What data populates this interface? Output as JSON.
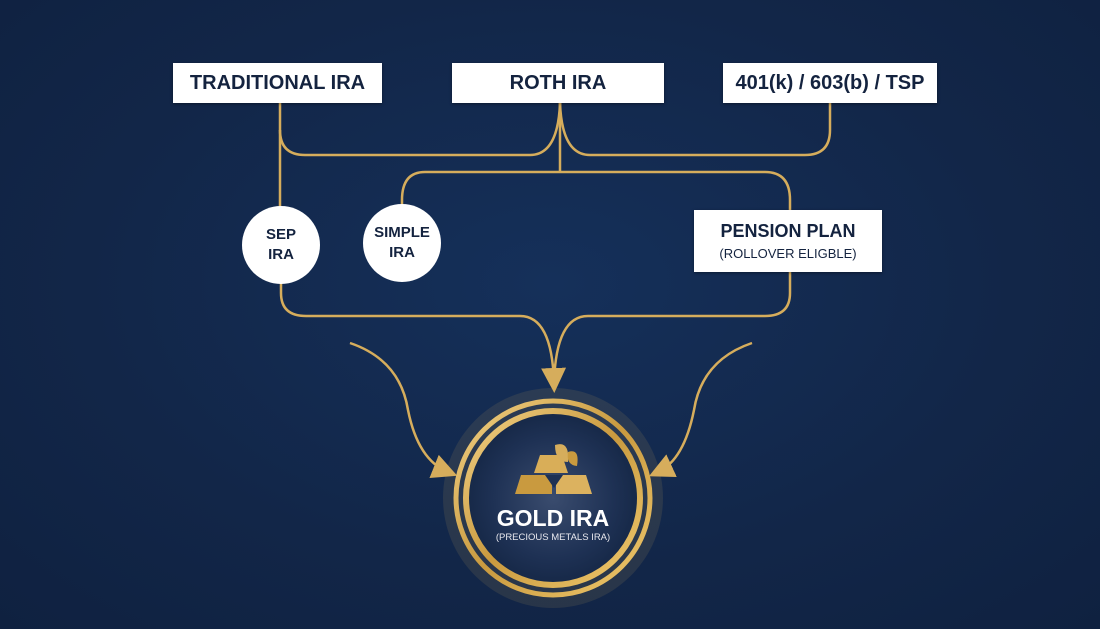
{
  "top_accounts": [
    "TRADITIONAL IRA",
    "ROTH IRA",
    "401(k) / 603(b) / TSP"
  ],
  "sep_ira": [
    "SEP",
    "IRA"
  ],
  "simple_ira": [
    "SIMPLE",
    "IRA"
  ],
  "pension_plan": {
    "title": "PENSION PLAN",
    "subtitle": "(ROLLOVER ELIGBLE)"
  },
  "destination": {
    "title": "GOLD IRA",
    "subtitle": "(PRECIOUS METALS IRA)",
    "icon": "gold-bars-leaf-icon"
  },
  "colors": {
    "background": "#122648",
    "gold": "#d6ad5c",
    "box": "#ffffff",
    "text": "#14233f"
  }
}
